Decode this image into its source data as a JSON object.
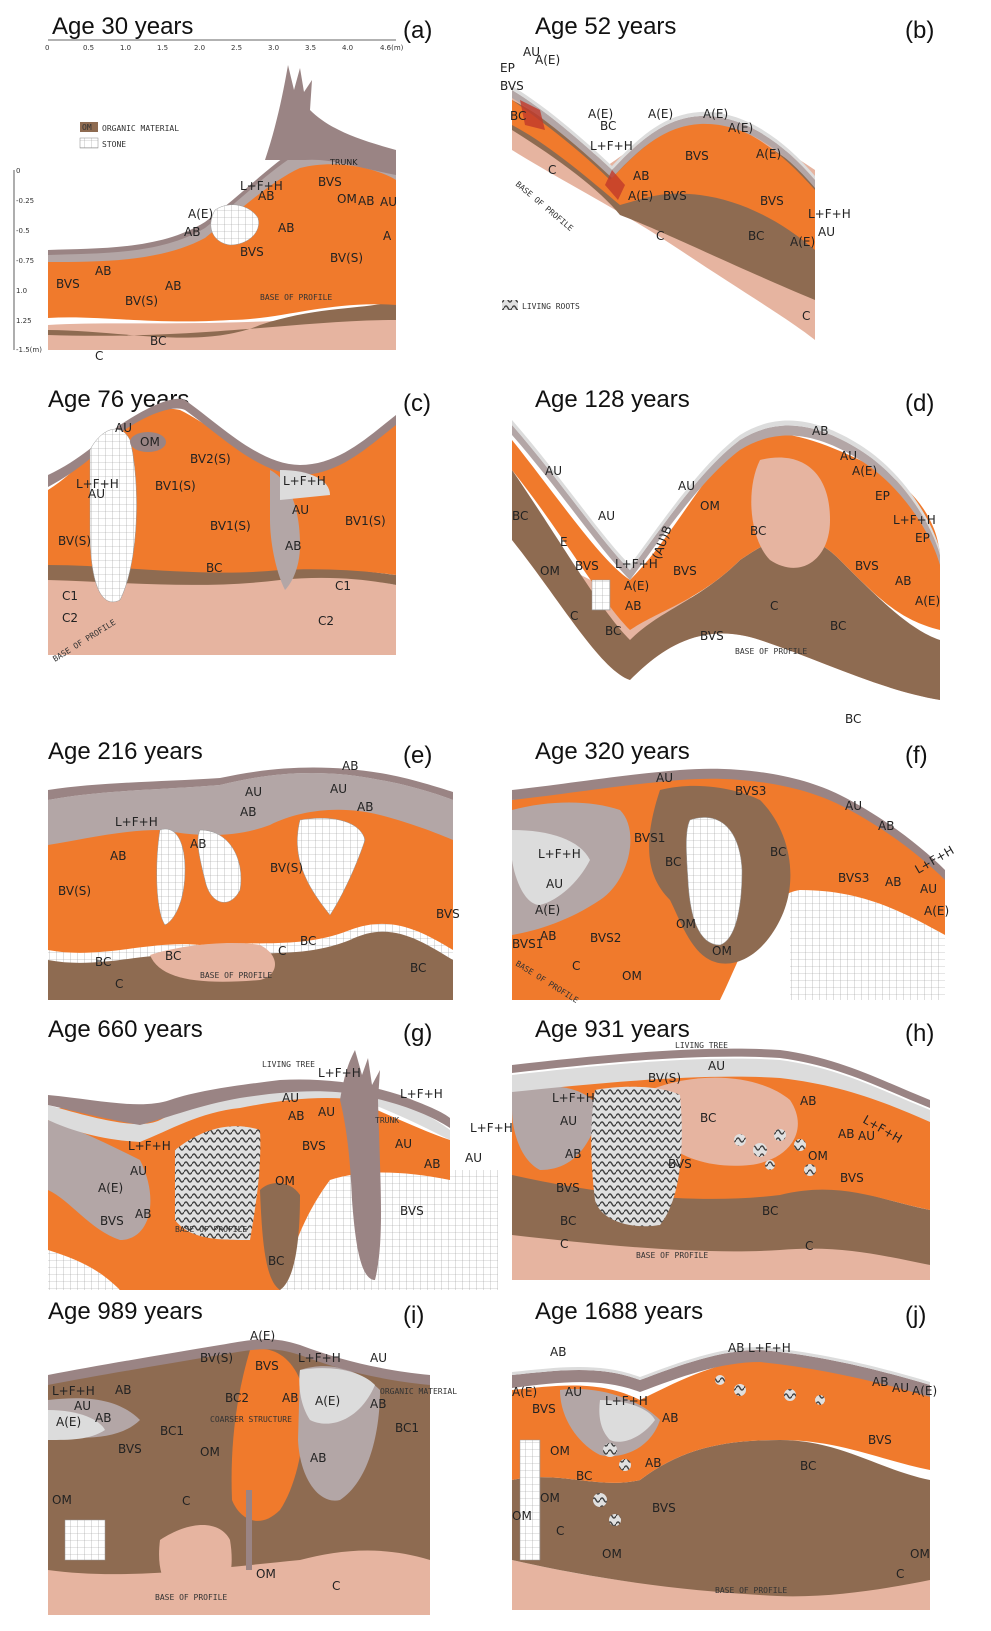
{
  "colors": {
    "litter": "#9a8484",
    "A": "#b3a6a6",
    "E": "#dcdcdc",
    "B": "#f07a2c",
    "BC": "#8e6b51",
    "C": "#e6b4a0",
    "stone": "#ffffff",
    "roots": "#555555"
  },
  "panels": [
    {
      "title": "Age 30 years",
      "letter": "(a)",
      "scale_top": [
        "0",
        "0.5",
        "1.0",
        "1.5",
        "2.0",
        "2.5",
        "3.0",
        "3.5",
        "4.0",
        "4.6(m)"
      ],
      "scale_left": [
        "0",
        "-0.25",
        "-0.5",
        "-0.75",
        "1.0",
        "1.25",
        "-1.5(m)"
      ],
      "legend": [
        {
          "sym": "OM",
          "text": "ORGANIC MATERIAL"
        },
        {
          "sym": "",
          "text": "STONE"
        }
      ],
      "labels": [
        "TRUNK",
        "L+F+H",
        "A(E)",
        "AB",
        "AB",
        "BVS",
        "OM",
        "AB",
        "AU",
        "BVS",
        "AB",
        "BV(S)",
        "BVS",
        "AB",
        "BV(S)",
        "AB",
        "BC",
        "C",
        "A",
        "BASE OF PROFILE"
      ]
    },
    {
      "title": "Age 52 years",
      "letter": "(b)",
      "legend": [
        {
          "sym": "",
          "text": "LIVING ROOTS"
        }
      ],
      "labels": [
        "AU",
        "A(E)",
        "EP",
        "BVS",
        "BC",
        "A(E)",
        "L+F+H",
        "A(E)",
        "A(E)",
        "A(E)",
        "A(E)",
        "BVS",
        "AB",
        "A(E)",
        "BVS",
        "BVS",
        "C",
        "BASE OF PROFILE",
        "C",
        "BC",
        "L+F+H",
        "AU",
        "A(E)",
        "BC",
        "C"
      ]
    },
    {
      "title": "Age 76 years",
      "letter": "(c)",
      "labels": [
        "AU",
        "L+F+H",
        "OM",
        "AU",
        "BV2(S)",
        "BV1(S)",
        "BV(S)",
        "BV1(S)",
        "L+F+H",
        "AU",
        "BV1(S)",
        "AB",
        "BC",
        "C1",
        "C2",
        "C1",
        "C2",
        "BASE OF PROFILE"
      ]
    },
    {
      "title": "Age 128 years",
      "letter": "(d)",
      "labels": [
        "AB",
        "AU",
        "AU",
        "A(E)",
        "AU",
        "AU",
        "EP",
        "OM",
        "BC",
        "(AU)B",
        "L+F+H",
        "E",
        "BVS",
        "L+F+H",
        "EP",
        "BC",
        "OM",
        "A(E)",
        "BVS",
        "BVS",
        "C",
        "AB",
        "A(E)",
        "AB",
        "BC",
        "BVS",
        "C",
        "BC",
        "BASE OF PROFILE",
        "BC"
      ]
    },
    {
      "title": "Age 216 years",
      "letter": "(e)",
      "labels": [
        "AB",
        "AU",
        "AU",
        "L+F+H",
        "AB",
        "AB",
        "AB",
        "AB",
        "BV(S)",
        "BV(S)",
        "BVS",
        "BC",
        "BC",
        "C",
        "BC",
        "C",
        "BASE OF PROFILE",
        "BC"
      ]
    },
    {
      "title": "Age 320 years",
      "letter": "(f)",
      "labels": [
        "AU",
        "BVS3",
        "AU",
        "AB",
        "L+F+H",
        "BVS1",
        "BC",
        "BC",
        "BVS3",
        "AB",
        "AU",
        "A(E)",
        "AU",
        "A(E)",
        "AB",
        "OM",
        "BVS2",
        "BVS1",
        "OM",
        "C",
        "OM",
        "BASE OF PROFILE",
        "L+F+H"
      ]
    },
    {
      "title": "Age 660 years",
      "letter": "(g)",
      "labels": [
        "LIVING TREE",
        "L+F+H",
        "AU",
        "AB",
        "AU",
        "TRUNK",
        "L+F+H",
        "L+F+H",
        "L+F+H",
        "AU",
        "AU",
        "A(E)",
        "OM",
        "BVS",
        "AB",
        "AB",
        "BASE OF PROFILE",
        "BVS",
        "BC",
        "BVS",
        "AU"
      ]
    },
    {
      "title": "Age 931 years",
      "letter": "(h)",
      "labels": [
        "LIVING TREE",
        "AU",
        "BV(S)",
        "L+F+H",
        "AU",
        "BC",
        "AB",
        "L+F+H",
        "AB",
        "AU",
        "AB",
        "BVS",
        "BVS",
        "OM",
        "BVS",
        "BC",
        "BC",
        "C",
        "C",
        "BASE OF PROFILE"
      ]
    },
    {
      "title": "Age 989 years",
      "letter": "(i)",
      "labels": [
        "A(E)",
        "BV(S)",
        "BVS",
        "L+F+H",
        "AU",
        "L+F+H",
        "AU",
        "AB",
        "BC2",
        "AB",
        "A(E)",
        "ORGANIC MATERIAL",
        "A(E)",
        "AB",
        "BC1",
        "COARSER STRUCTURE",
        "AB",
        "BC1",
        "BVS",
        "OM",
        "AB",
        "OM",
        "C",
        "OM",
        "C",
        "BASE OF PROFILE"
      ]
    },
    {
      "title": "Age 1688 years",
      "letter": "(j)",
      "labels": [
        "AB",
        "AB",
        "L+F+H",
        "A(E)",
        "AU",
        "L+F+H",
        "AB",
        "AU",
        "A(E)",
        "BVS",
        "AB",
        "BVS",
        "OM",
        "AB",
        "BC",
        "BC",
        "OM",
        "BVS",
        "OM",
        "C",
        "OM",
        "OM",
        "C",
        "BASE OF PROFILE"
      ]
    }
  ]
}
